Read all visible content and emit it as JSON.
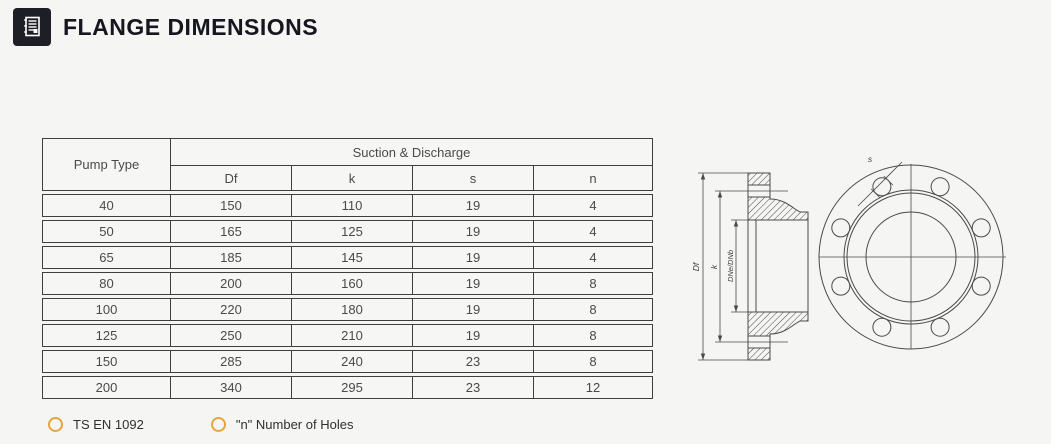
{
  "header": {
    "title": "FLANGE DIMENSIONS"
  },
  "table": {
    "corner_header": "Pump Type",
    "group_header": "Suction & Discharge",
    "sub_headers": {
      "df": "Df",
      "k": "k",
      "s": "s",
      "n": "n"
    },
    "rows": [
      {
        "pump_type": "40",
        "df": "150",
        "k": "110",
        "s": "19",
        "n": "4"
      },
      {
        "pump_type": "50",
        "df": "165",
        "k": "125",
        "s": "19",
        "n": "4"
      },
      {
        "pump_type": "65",
        "df": "185",
        "k": "145",
        "s": "19",
        "n": "4"
      },
      {
        "pump_type": "80",
        "df": "200",
        "k": "160",
        "s": "19",
        "n": "8"
      },
      {
        "pump_type": "100",
        "df": "220",
        "k": "180",
        "s": "19",
        "n": "8"
      },
      {
        "pump_type": "125",
        "df": "250",
        "k": "210",
        "s": "19",
        "n": "8"
      },
      {
        "pump_type": "150",
        "df": "285",
        "k": "240",
        "s": "23",
        "n": "8"
      },
      {
        "pump_type": "200",
        "df": "340",
        "k": "295",
        "s": "23",
        "n": "12"
      }
    ]
  },
  "notes": [
    {
      "text": "TS EN 1092"
    },
    {
      "text": "\"n\" Number of Holes"
    }
  ],
  "diagram": {
    "label_df": "Df",
    "label_k": "k",
    "label_bore": "DNe/DNb",
    "label_hole": "s",
    "bolt_hole_count": 8
  },
  "colors": {
    "background": "#f5f5f4",
    "accent_orange": "#e7a43c",
    "line": "#4a4a4a",
    "title": "#16161f"
  }
}
